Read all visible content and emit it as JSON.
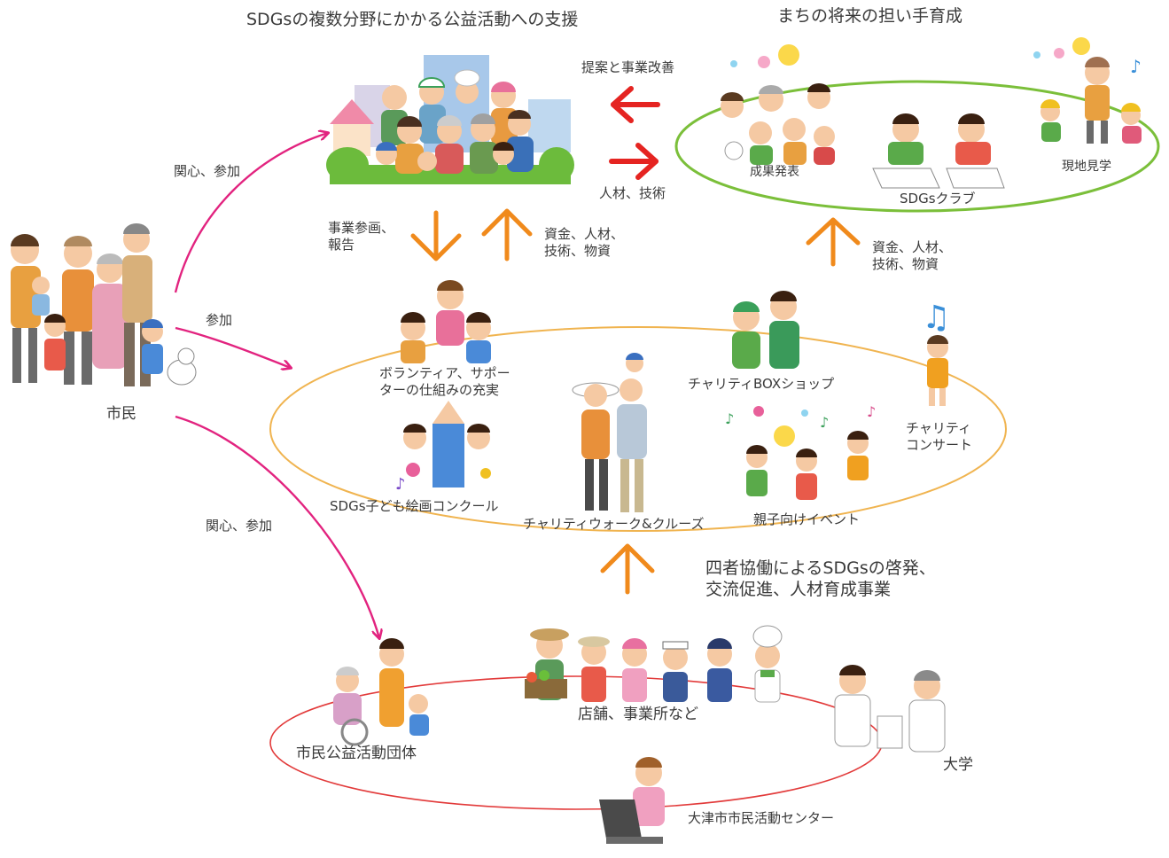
{
  "titles": {
    "top_center": "SDGsの複数分野にかかる公益活動への支援",
    "top_right": "まちの将来の担い手育成"
  },
  "arrows": {
    "proposal": "提案と事業改善",
    "talent_tech": "人材、技術",
    "interest_participation_upper": "関心、参加",
    "participation": "参加",
    "interest_participation_lower": "関心、参加",
    "project_participation": "事業参画、\n報告",
    "funds_left": "資金、人材、\n技術、物資",
    "funds_right": "資金、人材、\n技術、物資",
    "four_party": "四者協働によるSDGsの啓発、\n交流促進、人材育成事業"
  },
  "nodes": {
    "citizen": "市民",
    "presentation": "成果発表",
    "sdgs_club": "SDGsクラブ",
    "field_trip": "現地見学",
    "volunteer": "ボランティア、サポー\nターの仕組みの充実",
    "charity_box": "チャリティBOXショップ",
    "charity_concert": "チャリティ\nコンサート",
    "drawing_contest": "SDGs子ども絵画コンクール",
    "charity_walk": "チャリティウォーク&クルーズ",
    "family_event": "親子向けイベント",
    "citizen_groups": "市民公益活動団体",
    "shops": "店舗、事業所など",
    "university": "大学",
    "center": "大津市市民活動センター"
  },
  "colors": {
    "magenta_arrow": "#e2237f",
    "orange_arrow": "#f08a1c",
    "red_arrow": "#e52421",
    "green_ring": "#7bbf3a",
    "orange_ring": "#f0b450",
    "red_ring": "#e23a3a",
    "text": "#3a3a3a"
  }
}
